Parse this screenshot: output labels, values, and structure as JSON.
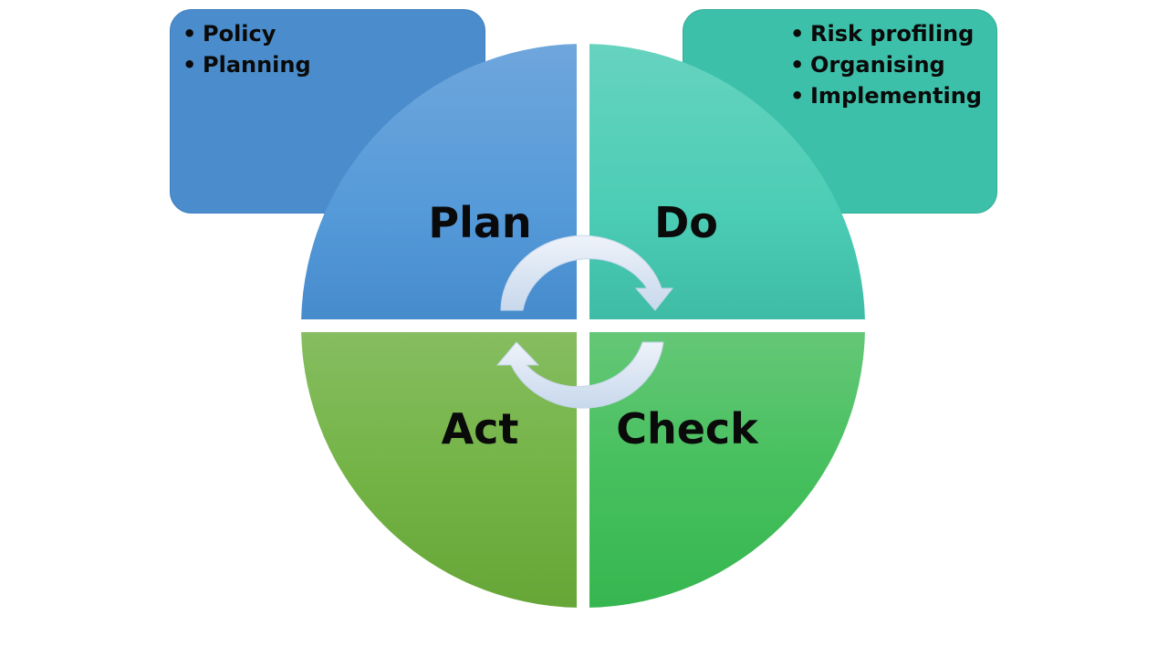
{
  "callouts": {
    "plan": {
      "items": [
        "Policy",
        "Planning"
      ],
      "color": "#4b8dcc"
    },
    "do": {
      "items": [
        "Risk profiling",
        "Organising",
        "Implementing"
      ],
      "color": "#3dc0a9"
    }
  },
  "quadrants": {
    "plan": {
      "label": "Plan",
      "color": "#5a9ad8"
    },
    "do": {
      "label": "Do",
      "color": "#4ccdb5"
    },
    "act": {
      "label": "Act",
      "color": "#72b347"
    },
    "check": {
      "label": "Check",
      "color": "#42c15f"
    }
  },
  "arrow_color": "#d9e6f4"
}
